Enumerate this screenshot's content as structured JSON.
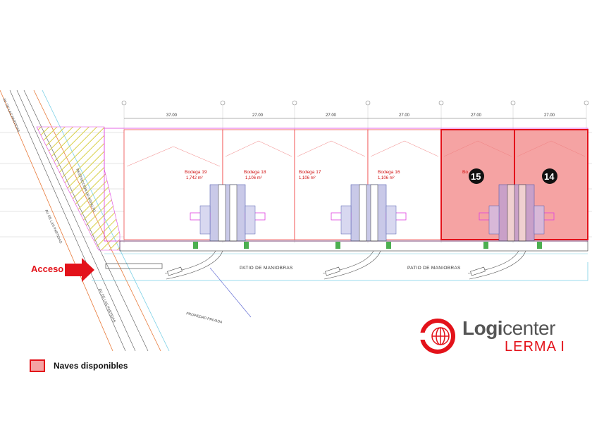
{
  "dimensions": [
    "37.00",
    "27.00",
    "27.00",
    "27.00",
    "27.00",
    "27.00"
  ],
  "warehouses": [
    {
      "name": "Bodega 19",
      "area": "1,742 m²"
    },
    {
      "name": "Bodega 18",
      "area": "1,106 m²"
    },
    {
      "name": "Bodega 17",
      "area": "1,106 m²"
    },
    {
      "name": "Bodega 16",
      "area": "1,106 m²"
    },
    {
      "name": "Bo",
      "area": ""
    },
    {
      "name": "",
      "area": ""
    }
  ],
  "available": [
    {
      "number": "15"
    },
    {
      "number": "14"
    }
  ],
  "patio_labels": [
    "PATIO DE MANIOBRAS",
    "PATIO DE MANIOBRAS"
  ],
  "street_labels": [
    "AV. DE LAS PARTIDAS",
    "AV. DE LAS PARTIDAS",
    "AV. DE LAS PARTIDAS"
  ],
  "restriction_label": "RESTRICCIÓN DE ASFALTO",
  "private_label": "PROPIEDAD PRIVADA",
  "access_label": "Acceso",
  "legend": {
    "label": "Naves disponibles",
    "color": "#f5a3a3",
    "border": "#e3121a"
  },
  "logo": {
    "part1": "Logi",
    "part2": "center",
    "line2": "LERMA I"
  }
}
